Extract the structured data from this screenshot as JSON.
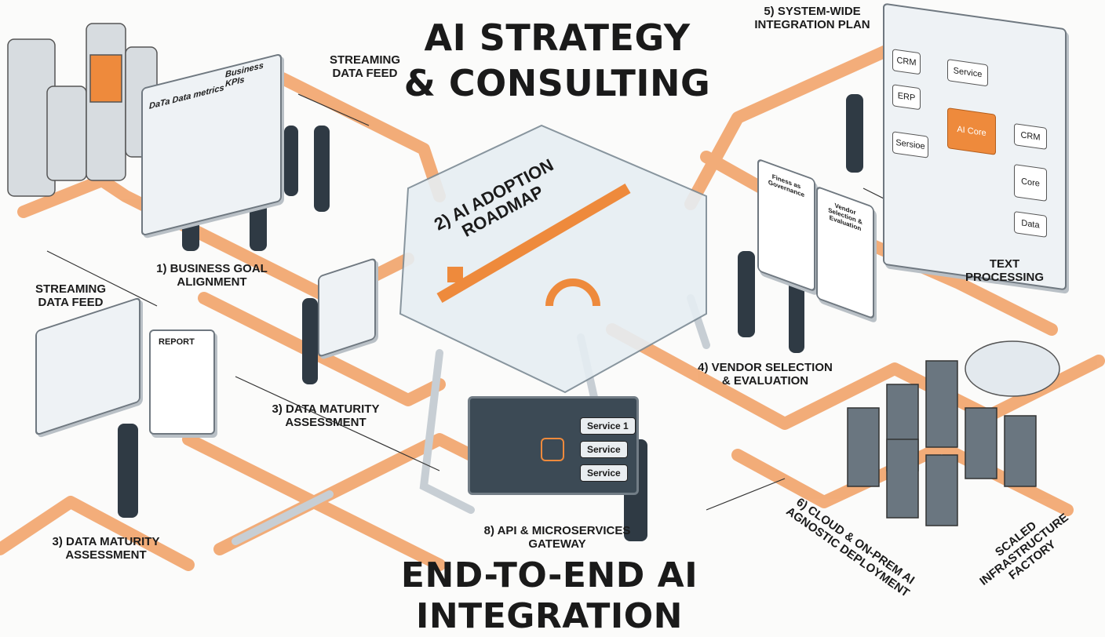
{
  "titles": {
    "top_line1": "AI STRATEGY",
    "top_line2": "& CONSULTING",
    "bottom": "END-TO-END AI INTEGRATION"
  },
  "labels": {
    "streaming_top": "STREAMING DATA FEED",
    "streaming_left": "STREAMING DATA FEED",
    "business_goal": "1) BUSINESS GOAL ALIGNMENT",
    "roadmap": "2) AI ADOPTION ROADMAP",
    "data_maturity_center": "3) DATA MATURITY ASSESSMENT",
    "data_maturity_left": "3) DATA MATURITY ASSESSMENT",
    "vendor": "4) VENDOR SELECTION & EVALUATION",
    "integration_plan": "5) SYSTEM-WIDE INTEGRATION PLAN",
    "cloud": "6) CLOUD & ON-PREM AI AGNOSTIC DEPLOYMENT",
    "gateway": "8) API & MICROSERVICES GATEWAY",
    "text_processing": "TEXT PROCESSING",
    "factory": "SCALED INFRASTRUCTURE FACTORY"
  },
  "dashboard": {
    "metrics_title": "DaTa Data metrics",
    "kpi_title": "Business KPIs"
  },
  "report": {
    "title": "REPORT"
  },
  "integration_diagram": {
    "nodes": [
      "CRM",
      "Service",
      "ERP",
      "AI Core",
      "CRM",
      "Sersioe",
      "Core",
      "Data"
    ]
  },
  "vendor_panels": {
    "left": "Finess as Governance",
    "right": "Vendor Selection & Evaluation"
  },
  "gateway_services": [
    "Service 1",
    "Service",
    "Service"
  ],
  "colors": {
    "accent": "#ee8a3c",
    "pipe": "#f2a46b",
    "ink": "#1b1b1b"
  }
}
